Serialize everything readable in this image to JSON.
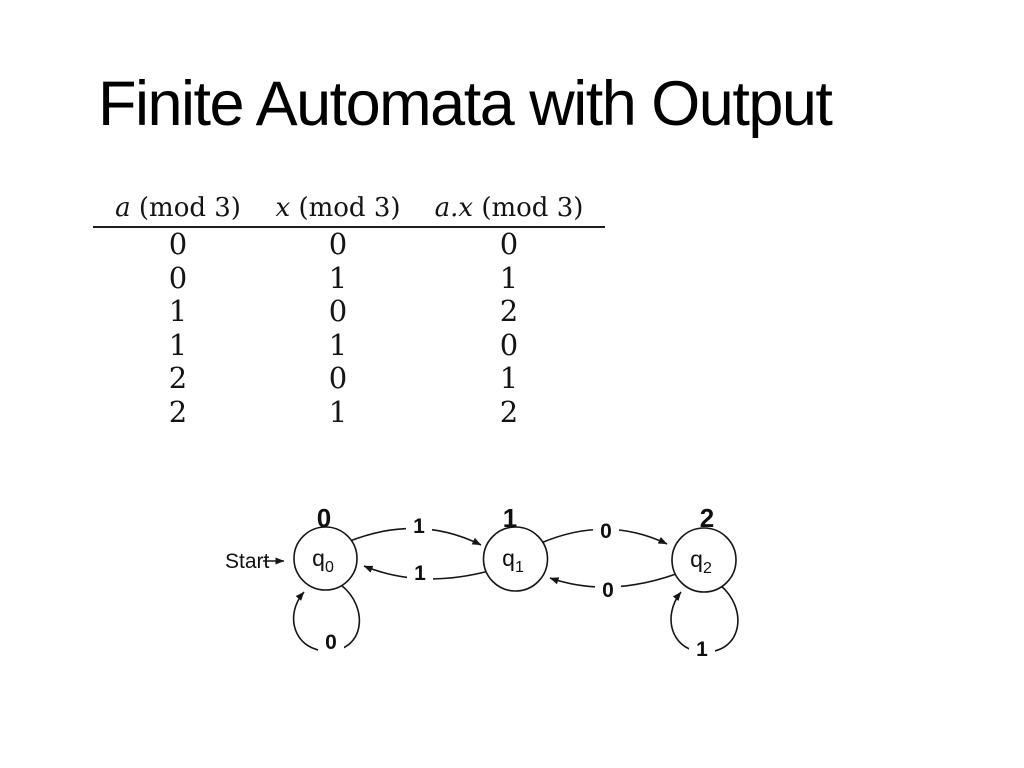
{
  "slide": {
    "title": "Finite Automata with Output"
  },
  "table": {
    "headers": [
      {
        "variable": "a",
        "suffix": "(mod 3)"
      },
      {
        "variable": "x",
        "suffix": "(mod 3)"
      },
      {
        "variable": "a.x",
        "suffix": "(mod 3)"
      }
    ],
    "rows": [
      [
        "0",
        "0",
        "0"
      ],
      [
        "0",
        "1",
        "1"
      ],
      [
        "1",
        "0",
        "2"
      ],
      [
        "1",
        "1",
        "0"
      ],
      [
        "2",
        "0",
        "1"
      ],
      [
        "2",
        "1",
        "2"
      ]
    ]
  },
  "diagram": {
    "start_label": "Start",
    "states": [
      {
        "name": "q",
        "sub": "0",
        "output": "0"
      },
      {
        "name": "q",
        "sub": "1",
        "output": "1"
      },
      {
        "name": "q",
        "sub": "2",
        "output": "2"
      }
    ],
    "transitions": {
      "q0_to_q1": "1",
      "q1_to_q0": "1",
      "q1_to_q2": "0",
      "q2_to_q1": "0",
      "q0_self": "0",
      "q2_self": "1"
    },
    "colors": {
      "ink": "#151515",
      "background": "#ffffff"
    }
  }
}
